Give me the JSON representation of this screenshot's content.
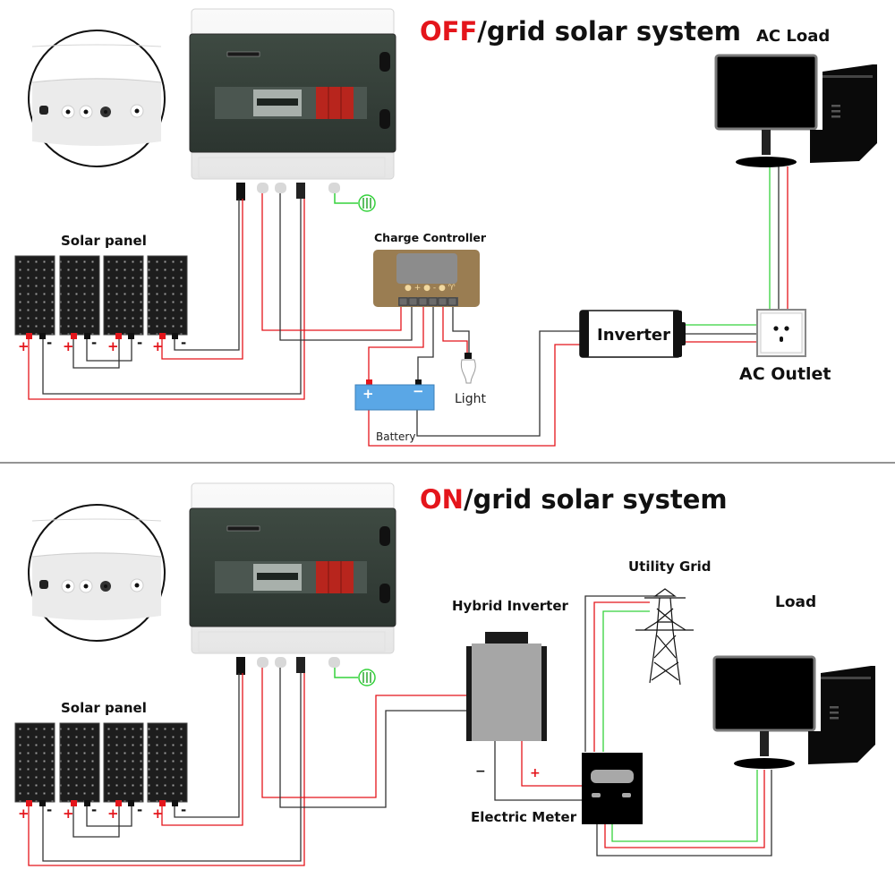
{
  "colors": {
    "accent": "#e4151b",
    "wire_positive": "#e4151b",
    "wire_negative": "#333333",
    "wire_ground": "#35d23c",
    "battery": "#5aa7e6",
    "charge_controller": "#9a7d52",
    "hybrid_inverter": "#a6a6a6"
  },
  "off_grid": {
    "title_accent": "OFF",
    "title_rest": "/grid solar system",
    "labels": {
      "ac_load": "AC Load",
      "solar_panel": "Solar panel",
      "charge_controller": "Charge Controller",
      "inverter": "Inverter",
      "ac_outlet": "AC Outlet",
      "light": "Light",
      "battery": "Battery"
    },
    "panel_polarity": [
      "+",
      "-",
      "+",
      "-",
      "+",
      "-",
      "+",
      "-"
    ],
    "battery_polarity": [
      "+",
      "−"
    ],
    "controller_symbols": "● + ● - ● ♈"
  },
  "on_grid": {
    "title_accent": "ON",
    "title_rest": "/grid solar system",
    "labels": {
      "utility_grid": "Utility Grid",
      "hybrid_inverter": "Hybrid Inverter",
      "load": "Load",
      "solar_panel": "Solar panel",
      "electric_meter": "Electric Meter"
    },
    "panel_polarity": [
      "+",
      "-",
      "+",
      "-",
      "+",
      "-",
      "+",
      "-"
    ],
    "inverter_polarity": [
      "−",
      "+"
    ]
  }
}
